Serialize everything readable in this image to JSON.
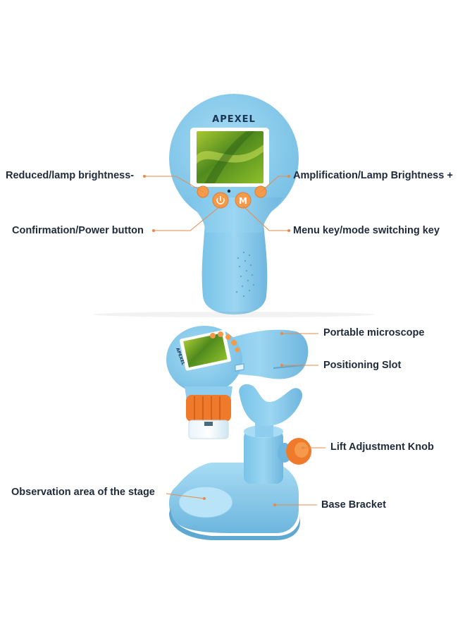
{
  "brand": "APEXEL",
  "colors": {
    "body_blue": "#8fd0f0",
    "body_shade": "#6fbbe2",
    "button_orange": "#f59a4a",
    "accent_orange": "#ef7a2c",
    "leader_line": "#e88a4a",
    "label_text": "#1f2a3a"
  },
  "labels": {
    "reduced": "Reduced/lamp brightness-",
    "amplification": "Amplification/Lamp Brightness +",
    "confirmation": "Confirmation/Power button",
    "menu": "Menu key/mode switching key",
    "portable": "Portable microscope",
    "positioning": "Positioning Slot",
    "lift": "Lift Adjustment Knob",
    "observation": "Observation area of the stage",
    "base": "Base Bracket"
  },
  "icons": {
    "power": "power-icon",
    "menu": "menu-m-icon"
  }
}
